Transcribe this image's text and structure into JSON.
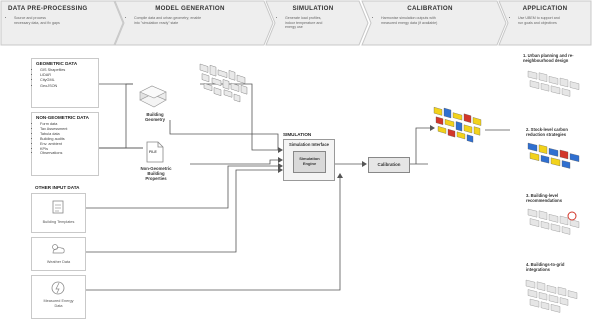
{
  "phases": [
    {
      "title": "DATA PRE-PROCESSING",
      "desc": [
        "Source and process",
        "necessary data, and fix gaps"
      ]
    },
    {
      "title": "MODEL GENERATION",
      "desc": [
        "Compile data and urban geometry; enable",
        "into \"simulation ready\" state"
      ]
    },
    {
      "title": "SIMULATION",
      "desc": [
        "Generate load profiles,",
        "indoor temperature and",
        "energy use"
      ]
    },
    {
      "title": "CALIBRATION",
      "desc": [
        "Harmonise simulation outputs with",
        "measured energy data (if available)"
      ]
    },
    {
      "title": "APPLICATION",
      "desc": [
        "Use UBEM to support and",
        "run goals and objectives"
      ]
    }
  ],
  "geometric": {
    "title": "GEOMETRIC DATA",
    "items": [
      "GIS Shapefiles",
      "LiDAR",
      "CityGML",
      "GeoJSON"
    ]
  },
  "non_geometric": {
    "title": "NON-GEOMETRIC DATA",
    "items": [
      "Form data",
      "Tax Assessment",
      "Tabula data",
      "Building audits",
      "Env. ambient",
      "KPIs",
      "Observations"
    ]
  },
  "other": {
    "title": "OTHER INPUT DATA"
  },
  "inputs": {
    "templates": "Building Templates",
    "weather": "Weather Data",
    "energy": [
      "Measured Energy",
      "Data"
    ]
  },
  "model": {
    "geometry": [
      "Building",
      "Geometry"
    ],
    "file_tag": "FILE",
    "properties": [
      "Non-Geometric",
      "Building",
      "Properties"
    ]
  },
  "simulation": {
    "title": "SIMULATION",
    "interface": "Simulation Interface",
    "engine": [
      "Simulation",
      "Engine"
    ]
  },
  "calibration": {
    "label": "Calibration"
  },
  "applications": [
    [
      "1. Urban planning and re-",
      "neighbourhood design"
    ],
    [
      "2. Stock-level carbon",
      "reduction strategies"
    ],
    [
      "3. Building-level",
      "recommendations"
    ],
    [
      "4. Buildings-to-grid",
      "integrations"
    ]
  ],
  "colors": {
    "chevron_fill": "#eeeeee",
    "chevron_stroke": "#c8c8c8",
    "line": "#555555",
    "map_yellow": "#f2d21b",
    "map_blue": "#2f6fd0",
    "map_red": "#d2362a"
  }
}
